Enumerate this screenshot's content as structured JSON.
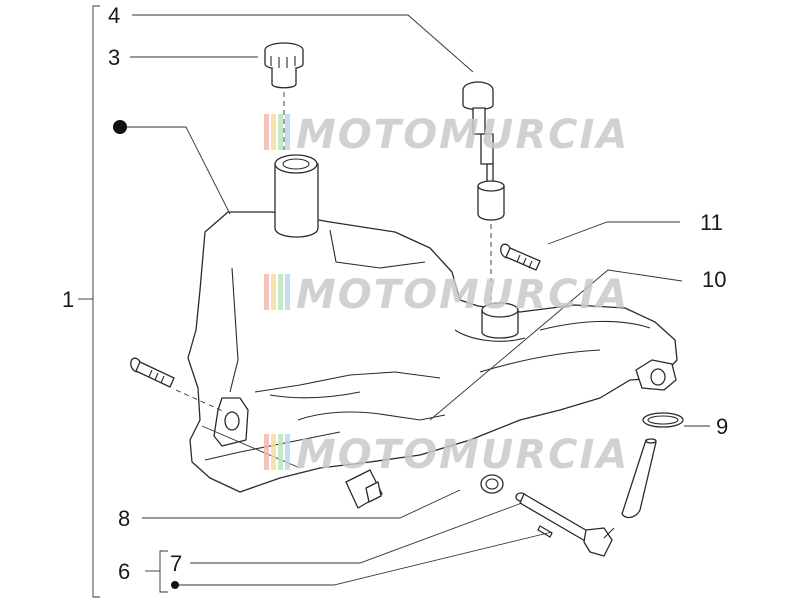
{
  "callouts": {
    "c1": "1",
    "c3": "3",
    "c4": "4",
    "c6": "6",
    "c7": "7",
    "c8": "8",
    "c9": "9",
    "c10": "10",
    "c11": "11"
  },
  "watermark": {
    "text": "MOTOMURCIA"
  }
}
